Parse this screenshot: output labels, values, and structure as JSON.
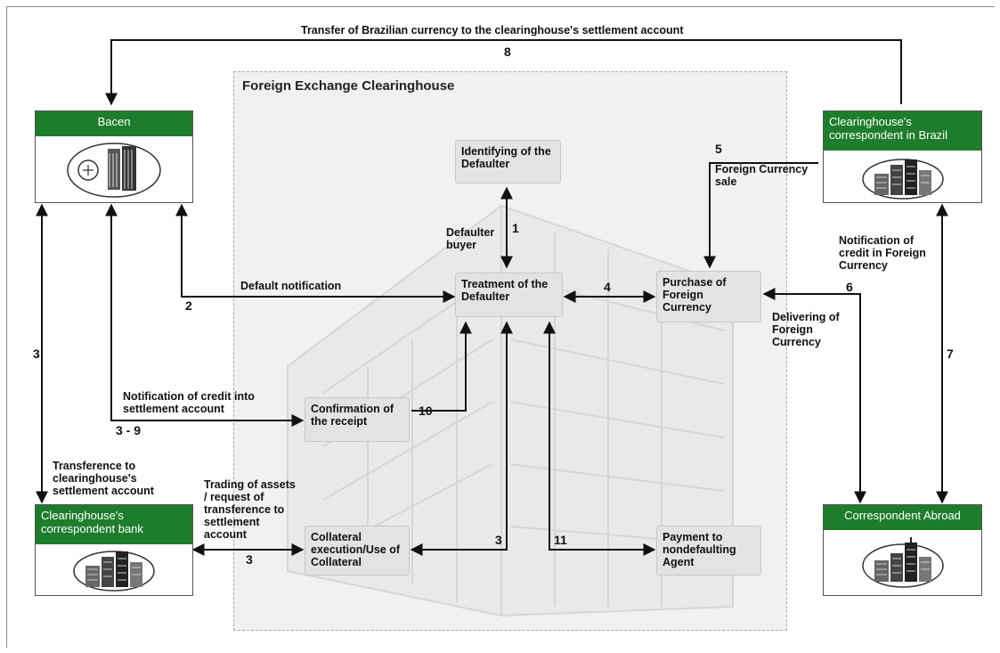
{
  "region_title": "Foreign Exchange Clearinghouse",
  "entities": {
    "bacen": "Bacen",
    "correspondent_brazil": [
      "Clearinghouse's",
      "correspondent in Brazil"
    ],
    "correspondent_bank": [
      "Clearinghouse's",
      "correspondent bank"
    ],
    "correspondent_abroad": "Correspondent Abroad"
  },
  "process": {
    "identifying": [
      "Identifying of the",
      "Defaulter"
    ],
    "treatment": [
      "Treatment of the",
      "Defaulter"
    ],
    "purchase": [
      "Purchase of",
      "Foreign",
      "Currency"
    ],
    "confirmation": [
      "Confirmation of",
      "the receipt"
    ],
    "collateral": [
      "Collateral",
      "execution/Use of",
      "Collateral"
    ],
    "payment": [
      "Payment to",
      "nondefaulting",
      "Agent"
    ]
  },
  "labels": {
    "top_transfer": "Transfer of Brazilian currency to the clearinghouse's settlement account",
    "default_notification": "Default notification",
    "defaulter_buyer": [
      "Defaulter",
      "buyer"
    ],
    "foreign_currency_sale": [
      "Foreign Currency",
      "sale"
    ],
    "notification_credit_foreign": [
      "Notification of",
      "credit in Foreign",
      "Currency"
    ],
    "delivering_foreign": [
      "Delivering of",
      "Foreign",
      "Currency"
    ],
    "notification_credit_settlement": [
      "Notification of credit into",
      "settlement account"
    ],
    "transference_settlement": [
      "Transference to",
      "clearinghouse's",
      "settlement account"
    ],
    "trading_assets": [
      "Trading of assets",
      "/ request of",
      "transference to",
      "settlement",
      "account"
    ]
  },
  "numbers": {
    "n8": "8",
    "n5": "5",
    "n1": "1",
    "n4": "4",
    "n6": "6",
    "n2": "2",
    "n3_left": "3",
    "n7": "7",
    "n10": "10",
    "n3_9": "3 - 9",
    "n3_bottom": "3",
    "n3_center": "3",
    "n11": "11"
  },
  "colors": {
    "entity_header": "#1e7d2c",
    "region_bg": "#f1f1f1",
    "process_box": "#e3e3e3"
  },
  "icons": [
    "bank-building-icon",
    "city-buildings-icon"
  ]
}
